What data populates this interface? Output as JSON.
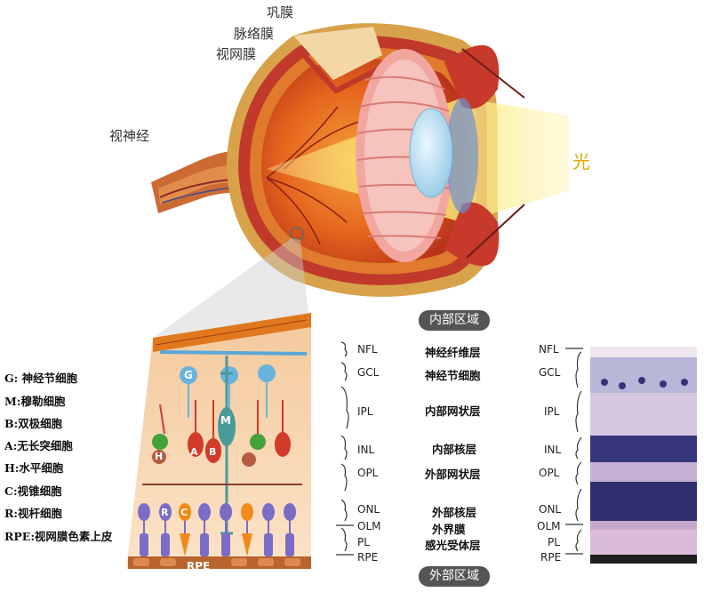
{
  "eye_labels": {
    "sclera": "巩膜",
    "choroid": "脉络膜",
    "retina": "视网膜",
    "optic_nerve": "视神经",
    "light": "光"
  },
  "cell_letters": {
    "g": "G",
    "m": "M",
    "b": "B",
    "a": "A",
    "h": "H",
    "c": "C",
    "r": "R",
    "rpe": "RPE"
  },
  "legend": [
    "G: 神经节细胞",
    "M:穆勒细胞",
    "B:双极细胞",
    "A:无长突细胞",
    "H:水平细胞",
    "C:视锥细胞",
    "R:视杆细胞",
    "RPE:视网膜色素上皮"
  ],
  "regions": {
    "inner": "内部区域",
    "outer": "外部区域"
  },
  "layers_left": [
    {
      "abbr": "NFL",
      "name": "神经纤维层"
    },
    {
      "abbr": "GCL",
      "name": "神经节细胞"
    },
    {
      "abbr": "IPL",
      "name": "内部网状层"
    },
    {
      "abbr": "INL",
      "name": "内部核层"
    },
    {
      "abbr": "OPL",
      "name": "外部网状层"
    },
    {
      "abbr": "ONL",
      "name": "外部核层"
    },
    {
      "abbr": "OLM",
      "name": "外界膜"
    },
    {
      "abbr": "PL",
      "name": "感光受体层"
    },
    {
      "abbr": "RPE",
      "name": ""
    }
  ],
  "layers_right": [
    "NFL",
    "GCL",
    "IPL",
    "INL",
    "OPL",
    "ONL",
    "OLM",
    "PL",
    "RPE"
  ],
  "colors": {
    "sclera": "#d8a24a",
    "choroid": "#c0392b",
    "retina_inner": "#e8661e",
    "light_beam": "#f9e85a",
    "lens": "#b8dff0",
    "ciliary": "#f2a6a0",
    "section_bg": "#f6cfa8",
    "section_top": "#e0781e",
    "green_cell": "#45a13a",
    "red_cell": "#d23a2a",
    "blue_cell": "#67b3de",
    "purple_cell": "#7b6cc8",
    "orange_cell": "#f08a18",
    "rpe_band": "#b8642c",
    "micro_dark": "#34357a",
    "micro_light": "#c9b4d6"
  }
}
